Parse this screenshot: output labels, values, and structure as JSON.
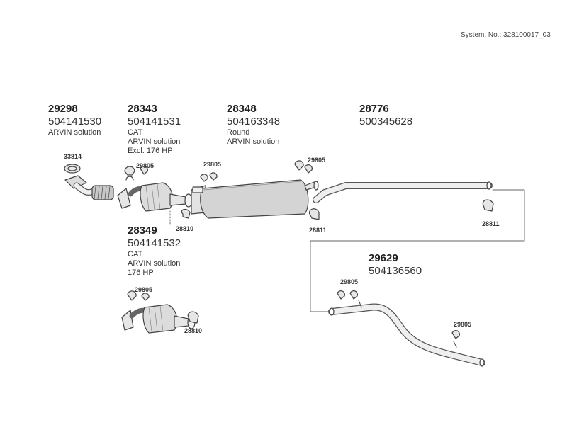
{
  "system_no": "System. No.: 328100017_03",
  "parts": [
    {
      "number": "29298",
      "oe": "504141530",
      "desc": [
        "ARVIN solution"
      ]
    },
    {
      "number": "28343",
      "oe": "504141531",
      "desc": [
        "CAT",
        "ARVIN solution",
        "Excl. 176 HP"
      ]
    },
    {
      "number": "28348",
      "oe": "504163348",
      "desc": [
        "Round",
        "ARVIN solution"
      ]
    },
    {
      "number": "28776",
      "oe": "500345628",
      "desc": []
    },
    {
      "number": "28349",
      "oe": "504141532",
      "desc": [
        "CAT",
        "ARVIN solution",
        "176 HP"
      ]
    },
    {
      "number": "29629",
      "oe": "504136560",
      "desc": []
    }
  ],
  "small_labels": {
    "gasket": "33814",
    "clamp_a": "29805",
    "clamp_b": "29805",
    "clamp_c": "29805",
    "clamp_d": "29805",
    "clamp_e": "29805",
    "clamp_f": "29805",
    "bracket_a": "28810",
    "bracket_b": "28811",
    "bracket_c": "28811",
    "bracket_d": "28810"
  }
}
